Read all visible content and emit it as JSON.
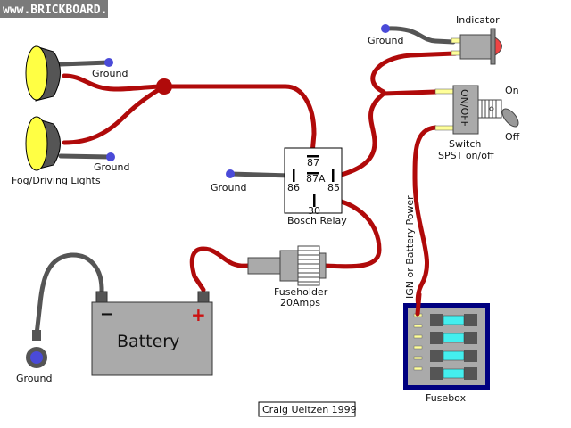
{
  "watermark": "www.BRICKBOARD.com",
  "credit": "Craig Ueltzen 1999",
  "colors": {
    "wire_positive": "#b00a0a",
    "wire_ground": "#555555",
    "ground_terminal": "#4a4ad8",
    "lamp_lens": "#ffff44",
    "indicator_lens": "#ee4444",
    "fuse": "#44eeee",
    "fusebox_border": "#000080",
    "component_body": "#aaaaaa"
  },
  "components": {
    "fog_lights": {
      "label": "Fog/Driving Lights",
      "ground_labels": [
        "Ground",
        "Ground"
      ]
    },
    "relay": {
      "label": "Bosch Relay",
      "pins": {
        "p87": "87",
        "p87a": "87A",
        "p86": "86",
        "p85": "85",
        "p30": "30"
      },
      "ground_label": "Ground"
    },
    "indicator": {
      "label": "Indicator",
      "ground_label": "Ground"
    },
    "switch": {
      "label_line1": "Switch",
      "label_line2": "SPST on/off",
      "body_text": "ON/OFF",
      "on_label": "On",
      "off_label": "Off"
    },
    "fuseholder": {
      "label_line1": "Fuseholder",
      "label_line2": "20Amps"
    },
    "battery": {
      "label": "Battery",
      "neg_symbol": "−",
      "pos_symbol": "+",
      "ground_label": "Ground"
    },
    "fusebox": {
      "label": "Fusebox",
      "power_label": "IGN or Battery Power",
      "fuse_count": 4
    }
  }
}
